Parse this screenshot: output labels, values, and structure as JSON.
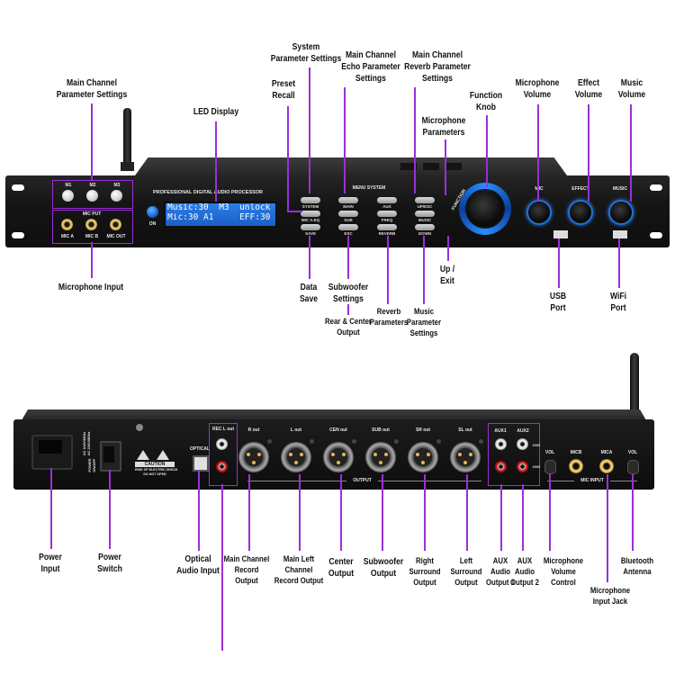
{
  "front": {
    "callouts": {
      "main_channel_params": "Main Channel\nParameter Settings",
      "led_display": "LED Display",
      "system_params": "System\nParameter Settings",
      "preset_recall": "Preset\nRecall",
      "echo_params": "Main Channel\nEcho Parameter\nSettings",
      "reverb_params_main": "Main Channel\nReverb Parameter\nSettings",
      "mic_params": "Microphone\nParameters",
      "function_knob": "Function\nKnob",
      "mic_volume": "Microphone\nVolume",
      "effect_volume": "Effect\nVolume",
      "music_volume": "Music\nVolume",
      "mic_input": "Microphone Input",
      "data_save": "Data\nSave",
      "subwoofer_settings": "Subwoofer\nSettings",
      "rear_center": "Rear & Center\nOutput",
      "reverb_params": "Reverb\nParameters",
      "music_params": "Music\nParameter\nSettings",
      "up_exit": "Up /\nExit",
      "usb_port": "USB\nPort",
      "wifi_port": "WiFi\nPort"
    },
    "preset_buttons": [
      "M1",
      "M2",
      "M3"
    ],
    "mic_put_label": "MIC PUT",
    "mic_jacks": [
      "MIC A",
      "MIC B",
      "MIC OUT"
    ],
    "product_title": "PROFESSIONAL DIGITAL AUDIO PROCESSOR",
    "power_button_label": "ON",
    "lcd": {
      "line1": "Music:30  M3  unlock",
      "line2": "Mic:30 A1     EFF:30"
    },
    "menu_header": "MENU SYSTEM",
    "menu_buttons": [
      [
        "SYSTEM",
        "MAIN",
        "AUX",
        "UP/ESC"
      ],
      [
        "MIC A.EQ",
        "SUB",
        "FREQ",
        "MUSIC"
      ],
      [
        "SAVE",
        "ESC",
        "REVERB",
        "DOWN"
      ]
    ],
    "function_knob_label": "FUNCTION",
    "knob_labels": [
      "MIC",
      "EFFECT",
      "MUSIC"
    ],
    "colors": {
      "callout_line": "#9b2fd9",
      "knob_glow": "#2a8cff",
      "lcd_bg": "#1f6fd6"
    }
  },
  "rear": {
    "callouts": {
      "power_input": "Power\nInput",
      "power_switch": "Power\nSwitch",
      "optical_input": "Optical\nAudio Input",
      "main_record": "Main Channel\nRecord\nOutput",
      "main_left_record": "Main Left\nChannel\nRecord Output",
      "center_output": "Center\nOutput",
      "subwoofer_output": "Subwoofer\nOutput",
      "right_surround": "Right\nSurround\nOutput",
      "left_surround": "Left\nSurround\nOutput",
      "aux1": "AUX\nAudio\nOutput 1",
      "aux2": "AUX\nAudio\nOutput 2",
      "mic_volume_control": "Microphone\nVolume\nControl",
      "mic_input_jack": "Microphone\nInput Jack",
      "bluetooth_antenna": "Bluetooth\nAntenna"
    },
    "voltage_label": "AC 110V/60Hz\nAC 220V/50Hz",
    "power_label": "POWER\nON/OFF",
    "caution_label": "CAUTION",
    "caution_sub": "RISK OF ELECTRIC SHOCK\nDO NOT OPEN",
    "optical_label": "OPTICAL",
    "rec_label": "REC L out",
    "xlr_labels": [
      "R out",
      "L out",
      "CEN out",
      "SUB out",
      "SR out",
      "SL out"
    ],
    "output_label": "OUTPUT",
    "aux_labels": [
      "AUX1",
      "AUX2"
    ],
    "aux_side": [
      "100V",
      "150V"
    ],
    "mic_input_label": "MIC INPUT",
    "vol_labels": [
      "VOL",
      "MICB",
      "MICA",
      "VOL"
    ]
  }
}
